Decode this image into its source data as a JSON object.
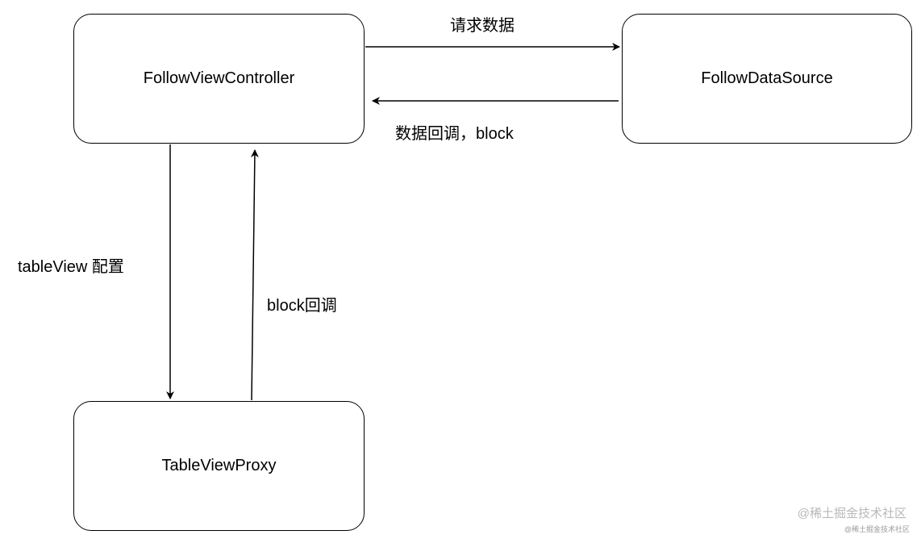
{
  "nodes": {
    "follow_view_controller": "FollowViewController",
    "follow_data_source": "FollowDataSource",
    "table_view_proxy": "TableViewProxy"
  },
  "edges": {
    "request_data": "请求数据",
    "data_callback": "数据回调，block",
    "tableview_config": "tableView 配置",
    "block_callback": "block回调"
  },
  "watermark": {
    "main": "@稀土掘金技术社区",
    "small": "@稀土掘金技术社区"
  },
  "colors": {
    "stroke": "#000000",
    "background": "#ffffff",
    "watermark": "#b8b8b8"
  }
}
